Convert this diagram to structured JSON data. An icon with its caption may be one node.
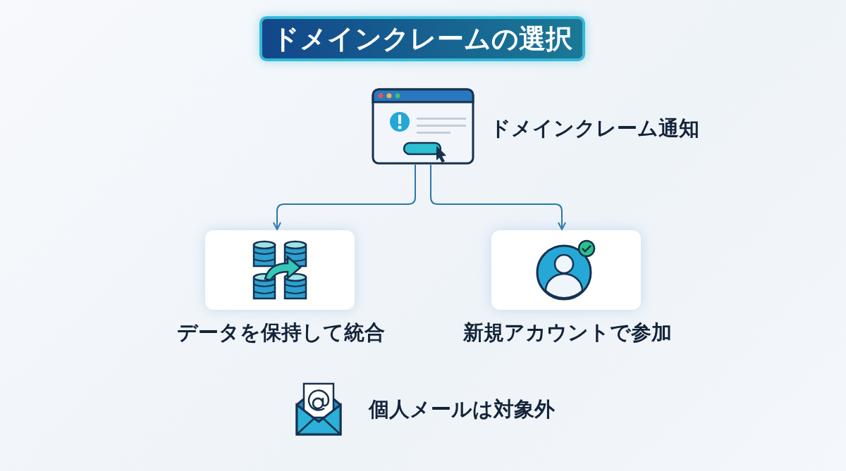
{
  "diagram": {
    "title": "ドメインクレームの選択",
    "nodes": [
      {
        "text": [],
        "shape": "picture",
        "beside": [
          "ドメインクレーム通知"
        ]
      },
      {
        "text": [
          "データを保持して統合"
        ]
      },
      {
        "text": [
          "新規アカウントで参加"
        ]
      }
    ],
    "edges": [
      {
        "from": 0,
        "to": 1,
        "arrow": "to"
      },
      {
        "from": 0,
        "to": 2,
        "arrow": "to"
      }
    ],
    "labels": [
      "個人メールは対象外"
    ]
  }
}
